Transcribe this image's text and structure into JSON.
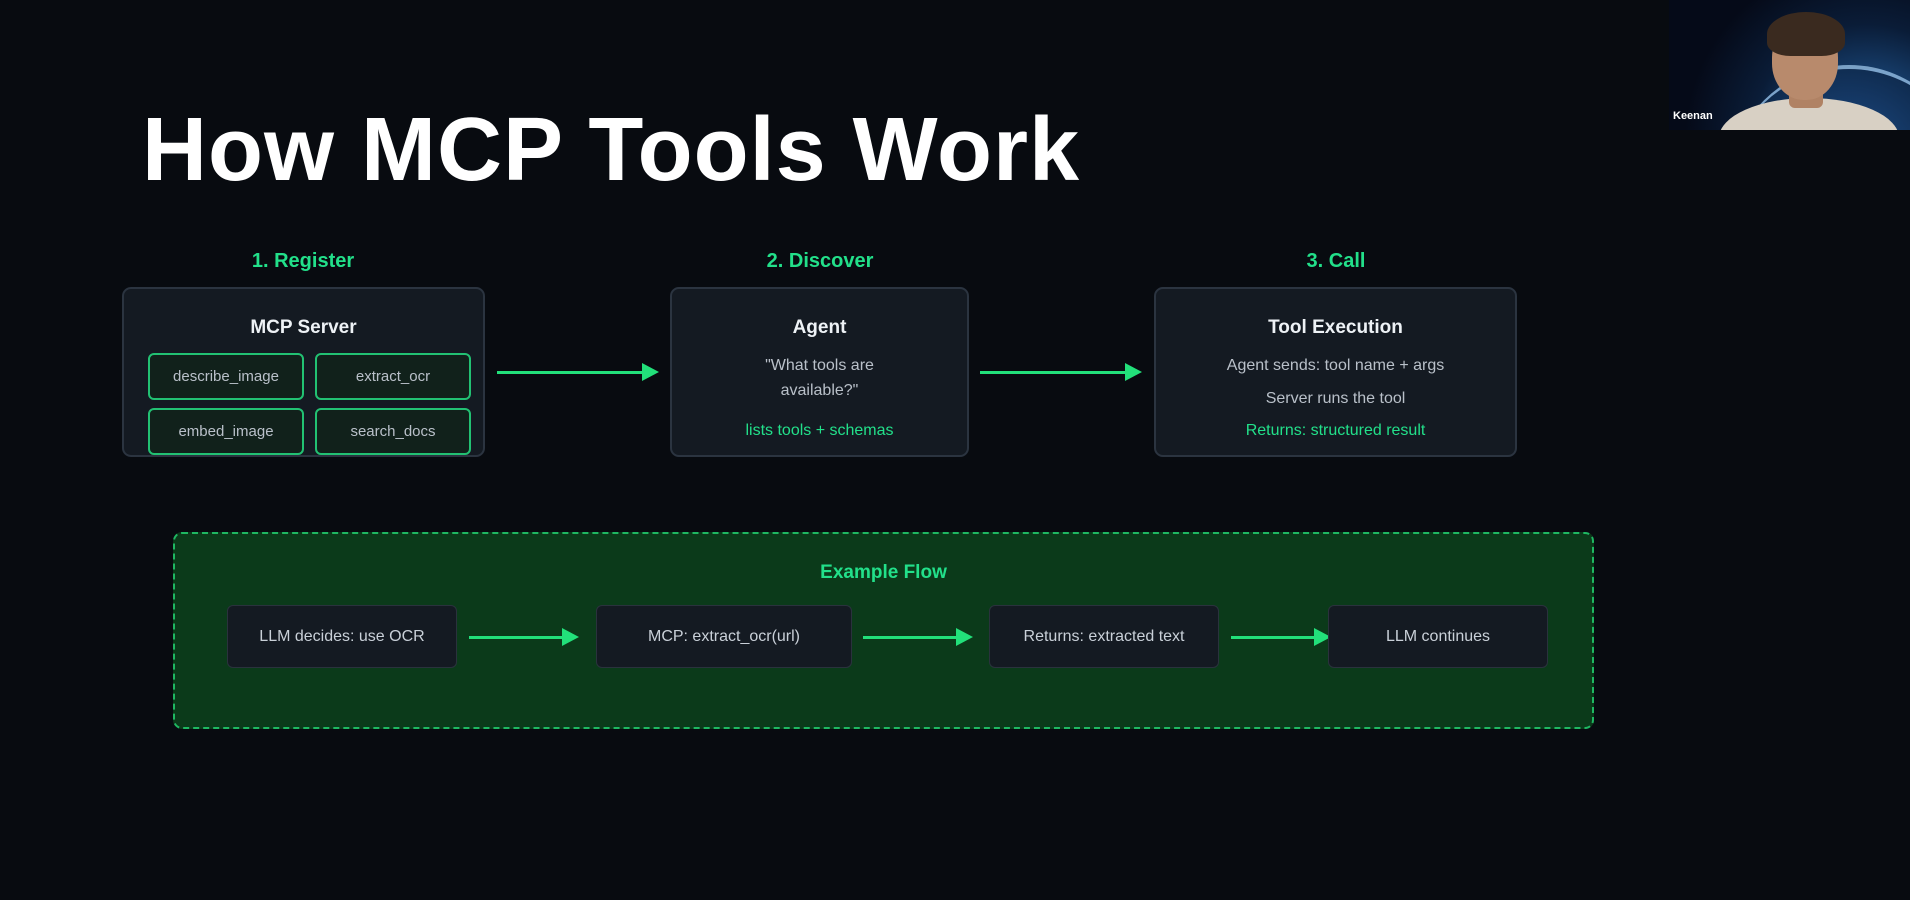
{
  "slide": {
    "title": "How MCP Tools Work",
    "steps": [
      {
        "label": "1. Register",
        "panel_title": "MCP Server",
        "tools": [
          "describe_image",
          "extract_ocr",
          "embed_image",
          "search_docs"
        ]
      },
      {
        "label": "2. Discover",
        "panel_title": "Agent",
        "lines": [
          "\"What tools are",
          "available?\""
        ],
        "highlight": "lists tools + schemas"
      },
      {
        "label": "3. Call",
        "panel_title": "Tool Execution",
        "lines": [
          "Agent sends: tool name + args",
          "Server runs the tool"
        ],
        "highlight": "Returns: structured result"
      }
    ],
    "example_flow": {
      "title": "Example Flow",
      "steps": [
        "LLM decides: use OCR",
        "MCP: extract_ocr(url)",
        "Returns: extracted text",
        "LLM continues"
      ]
    }
  },
  "video_call": {
    "participant_name": "Keenan"
  },
  "colors": {
    "background": "#080b10",
    "accent_green": "#22e08a",
    "panel": "#141a22",
    "example_bg": "#0b3a1a"
  },
  "icons": [
    "arrow-right-icon"
  ]
}
